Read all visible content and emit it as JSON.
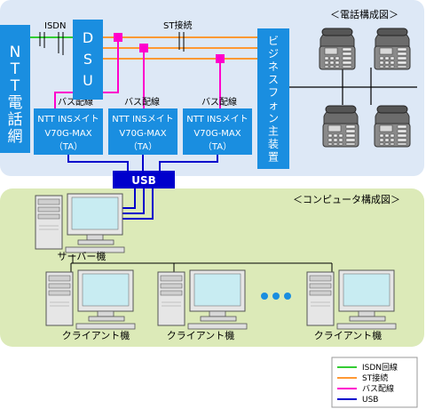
{
  "phone_section": {
    "title": "＜電話構成図＞"
  },
  "computer_section": {
    "title": "＜コンピュータ構成図＞"
  },
  "ntt_network": {
    "label": "NTT電話網",
    "chars": [
      "N",
      "T",
      "T",
      "電",
      "話",
      "網"
    ]
  },
  "dsu": {
    "label": "DSU",
    "chars": [
      "D",
      "S",
      "U"
    ]
  },
  "line_labels": {
    "isdn": "ISDN",
    "st": "ST接続"
  },
  "business_phone": {
    "label": "ビジネスフォン主装置",
    "chars": [
      "ビ",
      "ジ",
      "ネ",
      "ス",
      "フ",
      "ォ",
      "ン",
      "主",
      "装",
      "置"
    ]
  },
  "bus_label": "バス配線",
  "ta_units": [
    {
      "line1": "NTT INSメイト",
      "line2": "V70G-MAX",
      "line3": "（TA）"
    },
    {
      "line1": "NTT INSメイト",
      "line2": "V70G-MAX",
      "line3": "（TA）"
    },
    {
      "line1": "NTT INSメイト",
      "line2": "V70G-MAX",
      "line3": "（TA）"
    }
  ],
  "usb_hub": {
    "label": "USB"
  },
  "server": {
    "label": "サーバー機"
  },
  "clients": [
    {
      "label": "クライアント機"
    },
    {
      "label": "クライアント機"
    },
    {
      "label": "クライアント機"
    }
  ],
  "legend": {
    "items": [
      {
        "label": "ISDN回線",
        "color": "#33cc33"
      },
      {
        "label": "ST接続",
        "color": "#ff9933"
      },
      {
        "label": "バス配線",
        "color": "#ff00cc"
      },
      {
        "label": "USB",
        "color": "#0000cc"
      }
    ]
  },
  "colors": {
    "phone_bg": "#dde8f6",
    "computer_bg": "#dceab8",
    "box_blue": "#1a8ee0",
    "usb_blue": "#0000cc"
  }
}
